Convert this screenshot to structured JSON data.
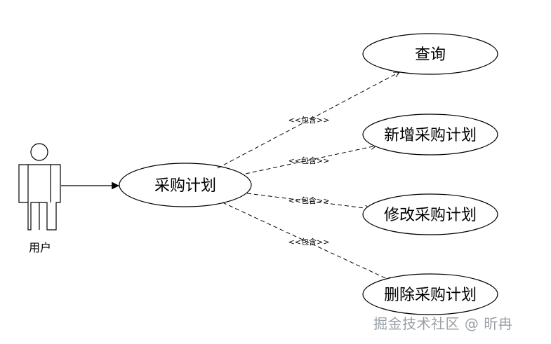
{
  "actor": {
    "label": "用户"
  },
  "main_usecase": {
    "label": "采购计划"
  },
  "included_usecases": [
    {
      "label": "查询"
    },
    {
      "label": "新增采购计划"
    },
    {
      "label": "修改采购计划"
    },
    {
      "label": "删除采购计划"
    }
  ],
  "relations": [
    {
      "label": "<<包含>>"
    },
    {
      "label": "<<包含>>"
    },
    {
      "label": "<<包含>>"
    },
    {
      "label": "<<包含>>"
    }
  ],
  "watermark": "掘金技术社区 @ 昕冉",
  "colors": {
    "stroke": "#000000",
    "background": "#ffffff",
    "watermark": "#9aa0a6"
  }
}
